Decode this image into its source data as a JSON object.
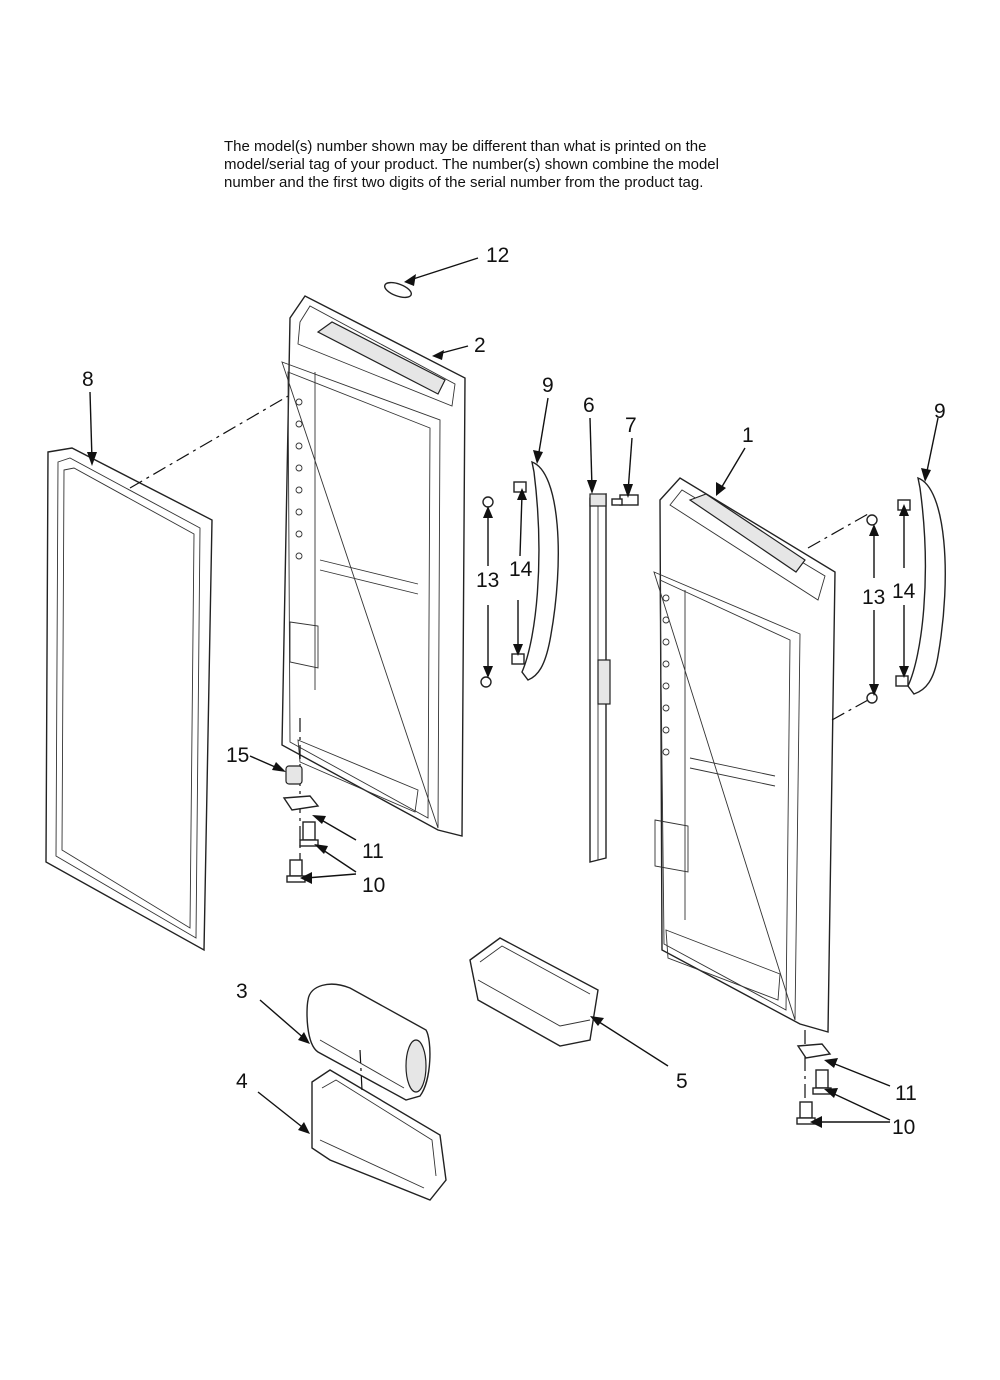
{
  "note": {
    "lines": [
      "The model(s) number shown may be different than what is printed on the",
      "model/serial tag of your product. The number(s) shown combine the model",
      "number and the first two digits of the serial number from the product tag."
    ]
  },
  "callouts": {
    "c1": "1",
    "c2": "2",
    "c3": "3",
    "c4": "4",
    "c5": "5",
    "c6": "6",
    "c7": "7",
    "c8": "8",
    "c9a": "9",
    "c9b": "9",
    "c10a": "10",
    "c10b": "10",
    "c11a": "11",
    "c11b": "11",
    "c12": "12",
    "c13a": "13",
    "c13b": "13",
    "c14a": "14",
    "c14b": "14",
    "c15": "15"
  }
}
